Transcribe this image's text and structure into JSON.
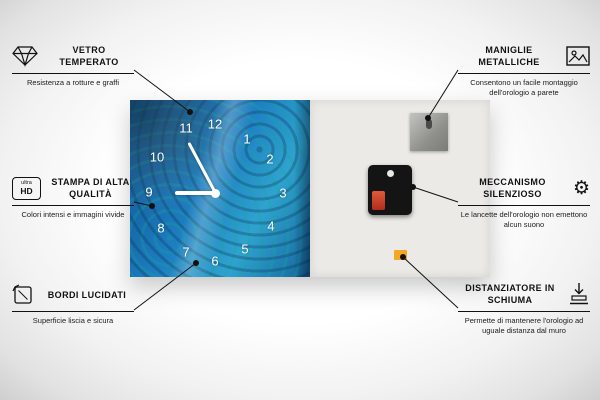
{
  "clock": {
    "numbers": [
      "1",
      "2",
      "3",
      "4",
      "5",
      "6",
      "7",
      "8",
      "9",
      "10",
      "11",
      "12"
    ]
  },
  "features": {
    "left": [
      {
        "title": "VETRO TEMPERATO",
        "desc": "Resistenza a rotture e graffi",
        "icon": "diamond-icon"
      },
      {
        "title": "STAMPA DI ALTA QUALITÀ",
        "desc": "Colori intensi e immagini vivide",
        "icon": "ultra-hd-icon"
      },
      {
        "title": "BORDI LUCIDATI",
        "desc": "Superficie liscia e sicura",
        "icon": "polished-edge-icon"
      }
    ],
    "right": [
      {
        "title": "MANIGLIE METALLICHE",
        "desc": "Consentono un facile montaggio dell'orologio a parete",
        "icon": "picture-frame-icon"
      },
      {
        "title": "MECCANISMO SILENZIOSO",
        "desc": "Le lancette dell'orologio non emettono alcun suono",
        "icon": "gear-icon"
      },
      {
        "title": "DISTANZIATORE IN SCHIUMA",
        "desc": "Permette di mantenere l'orologio ad uguale distanza dal muro",
        "icon": "spacer-icon"
      }
    ]
  },
  "icons": {
    "ultra_hd_line1": "ultra",
    "ultra_hd_line2": "HD",
    "gear": "⚙"
  },
  "colors": {
    "clock_blue": "#1d7ec0",
    "foam_orange": "#f5a623",
    "back_panel": "#eceae6"
  }
}
